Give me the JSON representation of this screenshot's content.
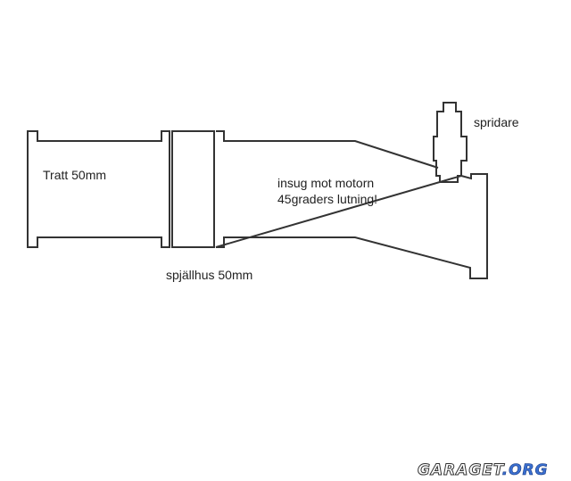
{
  "labels": {
    "tratt": "Tratt 50mm",
    "spjallhus": "spjällhus 50mm",
    "insug_line1": "insug mot motorn",
    "insug_line2": "45graders lutning!",
    "spridare": "spridare"
  },
  "watermark": {
    "text_main": "GARAGET",
    "text_suffix": ".ORG",
    "accent": "#3a6fd0"
  }
}
